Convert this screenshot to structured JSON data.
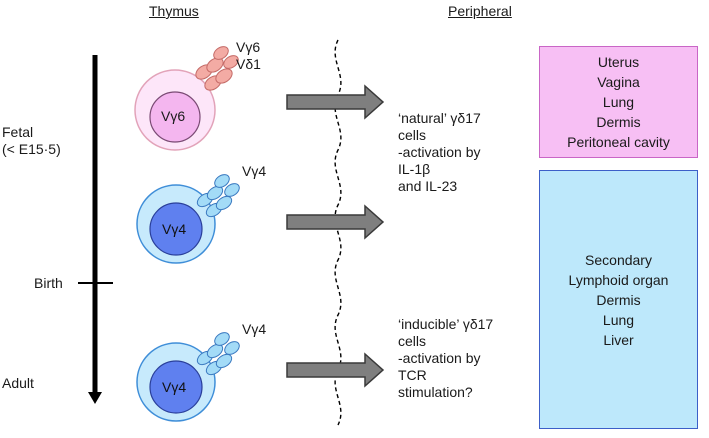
{
  "headers": {
    "thymus": "Thymus",
    "peripheral": "Peripheral"
  },
  "timeline": {
    "fetal_line1": "Fetal",
    "fetal_line2": "(< E15·5)",
    "birth": "Birth",
    "adult": "Adult"
  },
  "cells": [
    {
      "inner_label": "Vγ6",
      "receptor_line1": "Vγ6",
      "receptor_line2": "Vδ1",
      "fill": "#f6c8f0",
      "core": "#f0a8ea",
      "ring": "#d89cc9",
      "receptor": "#f2a8a2"
    },
    {
      "inner_label": "Vγ4",
      "receptor_line1": "Vγ4",
      "fill": "#bfe6fb",
      "core": "#5b7cf0",
      "ring": "#3f8ed8",
      "receptor": "#9cd6f6"
    },
    {
      "inner_label": "Vγ4",
      "receptor_line1": "Vγ4",
      "fill": "#bfe6fb",
      "core": "#5b7cf0",
      "ring": "#3f8ed8",
      "receptor": "#9cd6f6"
    }
  ],
  "descriptions": {
    "natural": [
      "‘natural’ γδ17",
      "cells",
      "-activation by",
      "IL-1β",
      "and IL-23"
    ],
    "inducible": [
      "‘inducible’ γδ17",
      "cells",
      "-activation by",
      "TCR",
      "stimulation?"
    ]
  },
  "tissue_boxes": [
    {
      "items": [
        "Uterus",
        "Vagina",
        "Lung",
        "Dermis",
        "Peritoneal cavity"
      ],
      "fill": "#f7bff4",
      "border": "#c966c6"
    },
    {
      "items": [
        "Secondary",
        "Lymphoid organ",
        "Dermis",
        "Lung",
        "Liver"
      ],
      "fill": "#bde8fb",
      "border": "#3c5fc8"
    }
  ],
  "colors": {
    "arrow": "#7f7f7f",
    "arrow_border": "#3a3a3a",
    "timeline": "#000000"
  }
}
